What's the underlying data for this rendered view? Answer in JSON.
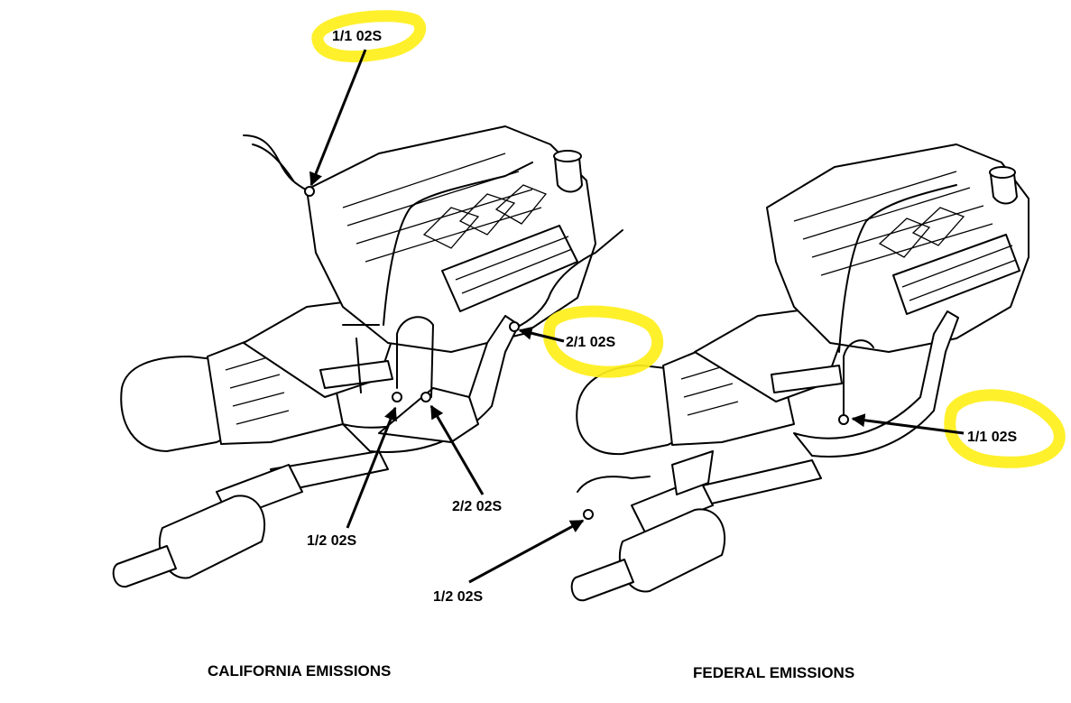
{
  "colors": {
    "highlight": "#ffef1a",
    "ink": "#000000",
    "background": "#ffffff"
  },
  "diagram": {
    "california": {
      "caption": "CALIFORNIA EMISSIONS",
      "labels": {
        "s11": "1/1 02S",
        "s21": "2/1 02S",
        "s22": "2/2 02S",
        "s12": "1/2 02S"
      }
    },
    "federal": {
      "caption": "FEDERAL EMISSIONS",
      "labels": {
        "s11": "1/1 02S",
        "s12": "1/2 02S"
      }
    }
  }
}
